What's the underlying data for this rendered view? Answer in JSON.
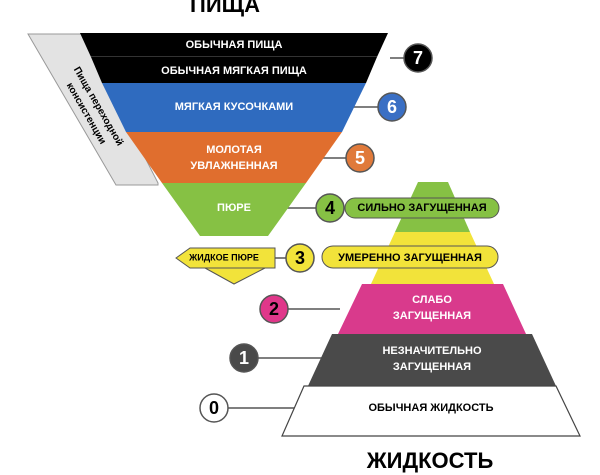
{
  "titles": {
    "food": "ПИЩА",
    "liquid": "ЖИДКОСТЬ"
  },
  "transitional": {
    "line1": "Пища переходной",
    "line2": "консистенции"
  },
  "food_levels": [
    {
      "level": "7",
      "label": "ОБЫЧНАЯ ПИЩА"
    },
    {
      "level": "7",
      "label": "ОБЫЧНАЯ МЯГКАЯ ПИЩА"
    },
    {
      "level": "6",
      "label": "МЯГКАЯ КУСОЧКАМИ"
    },
    {
      "level": "5",
      "line1": "МОЛОТАЯ",
      "line2": "УВЛАЖНЕННАЯ"
    },
    {
      "level": "4",
      "label": "ПЮРЕ"
    },
    {
      "level": "3",
      "label": "ЖИДКОЕ ПЮРЕ"
    }
  ],
  "drink_levels": [
    {
      "level": "4",
      "label": "СИЛЬНО ЗАГУЩЕННАЯ"
    },
    {
      "level": "3",
      "label": "УМЕРЕННО ЗАГУЩЕННАЯ"
    },
    {
      "level": "2",
      "line1": "СЛАБО",
      "line2": "ЗАГУЩЕННАЯ"
    },
    {
      "level": "1",
      "line1": "НЕЗНАЧИТЕЛЬНО",
      "line2": "ЗАГУЩЕННАЯ"
    },
    {
      "level": "0",
      "label": "ОБЫЧНАЯ ЖИДКОСТЬ"
    }
  ],
  "badges": [
    {
      "number": "7",
      "color": "#000000"
    },
    {
      "number": "6",
      "color": "#3a6fc4"
    },
    {
      "number": "5",
      "color": "#e07a3a"
    },
    {
      "number": "4",
      "color": "#86c144"
    },
    {
      "number": "3",
      "color": "#f2e33a"
    },
    {
      "number": "2",
      "color": "#e0378a"
    },
    {
      "number": "1",
      "color": "#4a4a4a"
    },
    {
      "number": "0",
      "color": "#ffffff"
    }
  ],
  "colors": {
    "level7": "#000000",
    "level6": "#2f6bbf",
    "level5": "#e06e2e",
    "level4": "#86c144",
    "level3": "#f2e33a",
    "level2": "#d93a8c",
    "level1": "#4a4a4a",
    "level0": "#ffffff",
    "transitional": "#e3e3e3"
  }
}
